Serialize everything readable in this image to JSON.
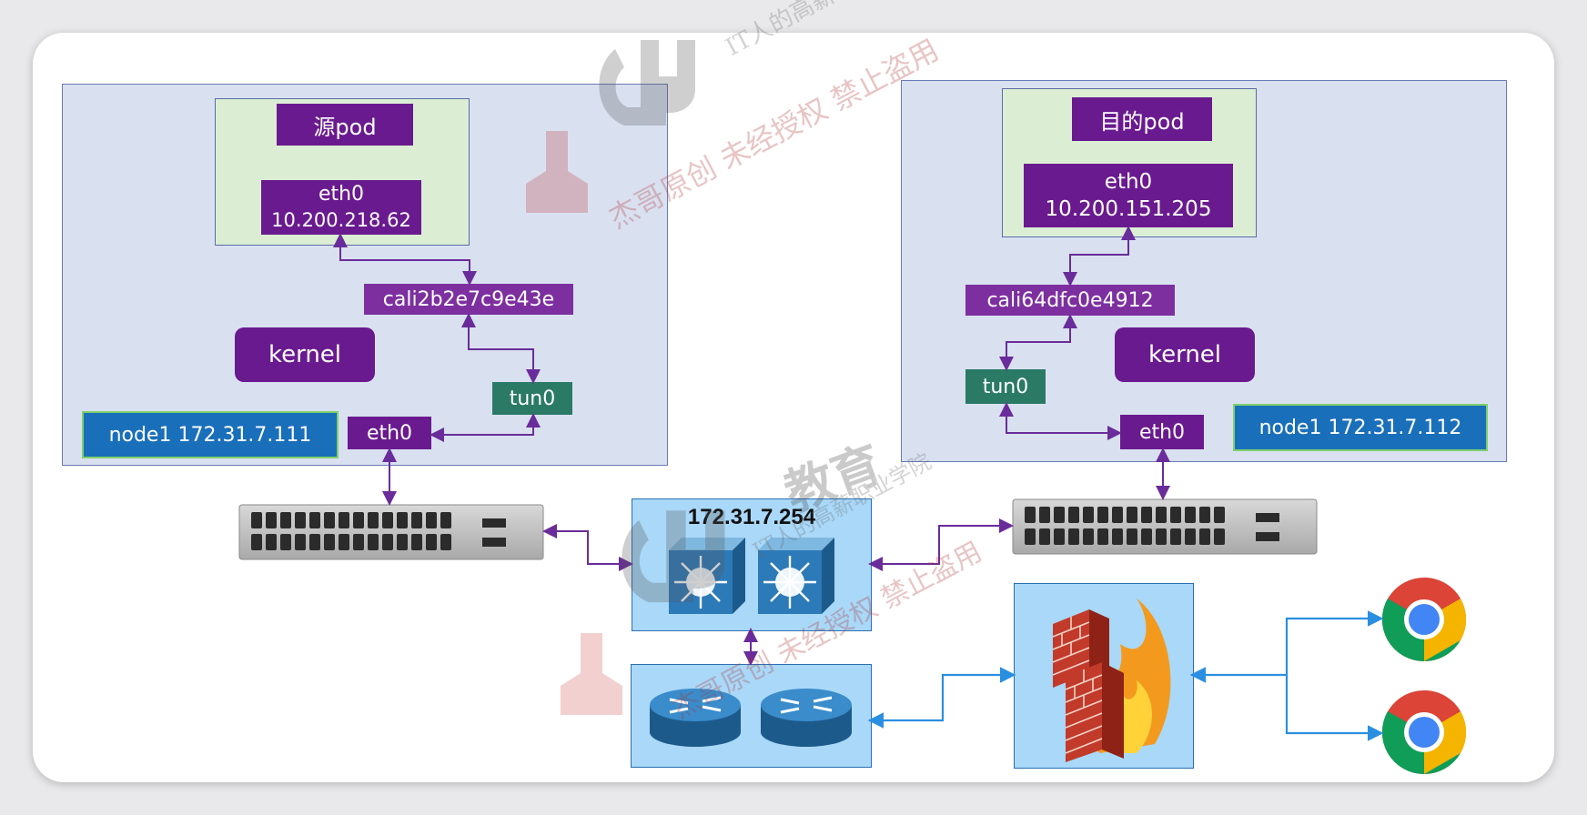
{
  "left_node": {
    "pod_title": "源pod",
    "eth0_name": "eth0",
    "eth0_ip": "10.200.218.62",
    "cali": "cali2b2e7c9e43e",
    "kernel": "kernel",
    "tun0": "tun0",
    "host_eth0": "eth0",
    "node_label": "node1 172.31.7.111"
  },
  "right_node": {
    "pod_title": "目的pod",
    "eth0_name": "eth0",
    "eth0_ip": "10.200.151.205",
    "cali": "cali64dfc0e4912",
    "kernel": "kernel",
    "tun0": "tun0",
    "host_eth0": "eth0",
    "node_label": "node1 172.31.7.112"
  },
  "core_switch": {
    "label": "172.31.7.254"
  },
  "watermark": {
    "line1": "IT人的高薪职业学院",
    "line2": "杰哥原创 未经授权 禁止盗用",
    "brand": "教育"
  },
  "colors": {
    "arrow_purple": "#6a2c9a",
    "arrow_blue": "#2a8fe0",
    "node_box": "#b9c8e6",
    "pod_box": "#dbeed4",
    "label_purple": "#6a1a8f",
    "label_green": "#2a7a66",
    "label_blue": "#1a6fba"
  },
  "icons": [
    "switch-icon",
    "l3-switch-icon",
    "router-icon",
    "firewall-icon",
    "chrome-icon"
  ]
}
